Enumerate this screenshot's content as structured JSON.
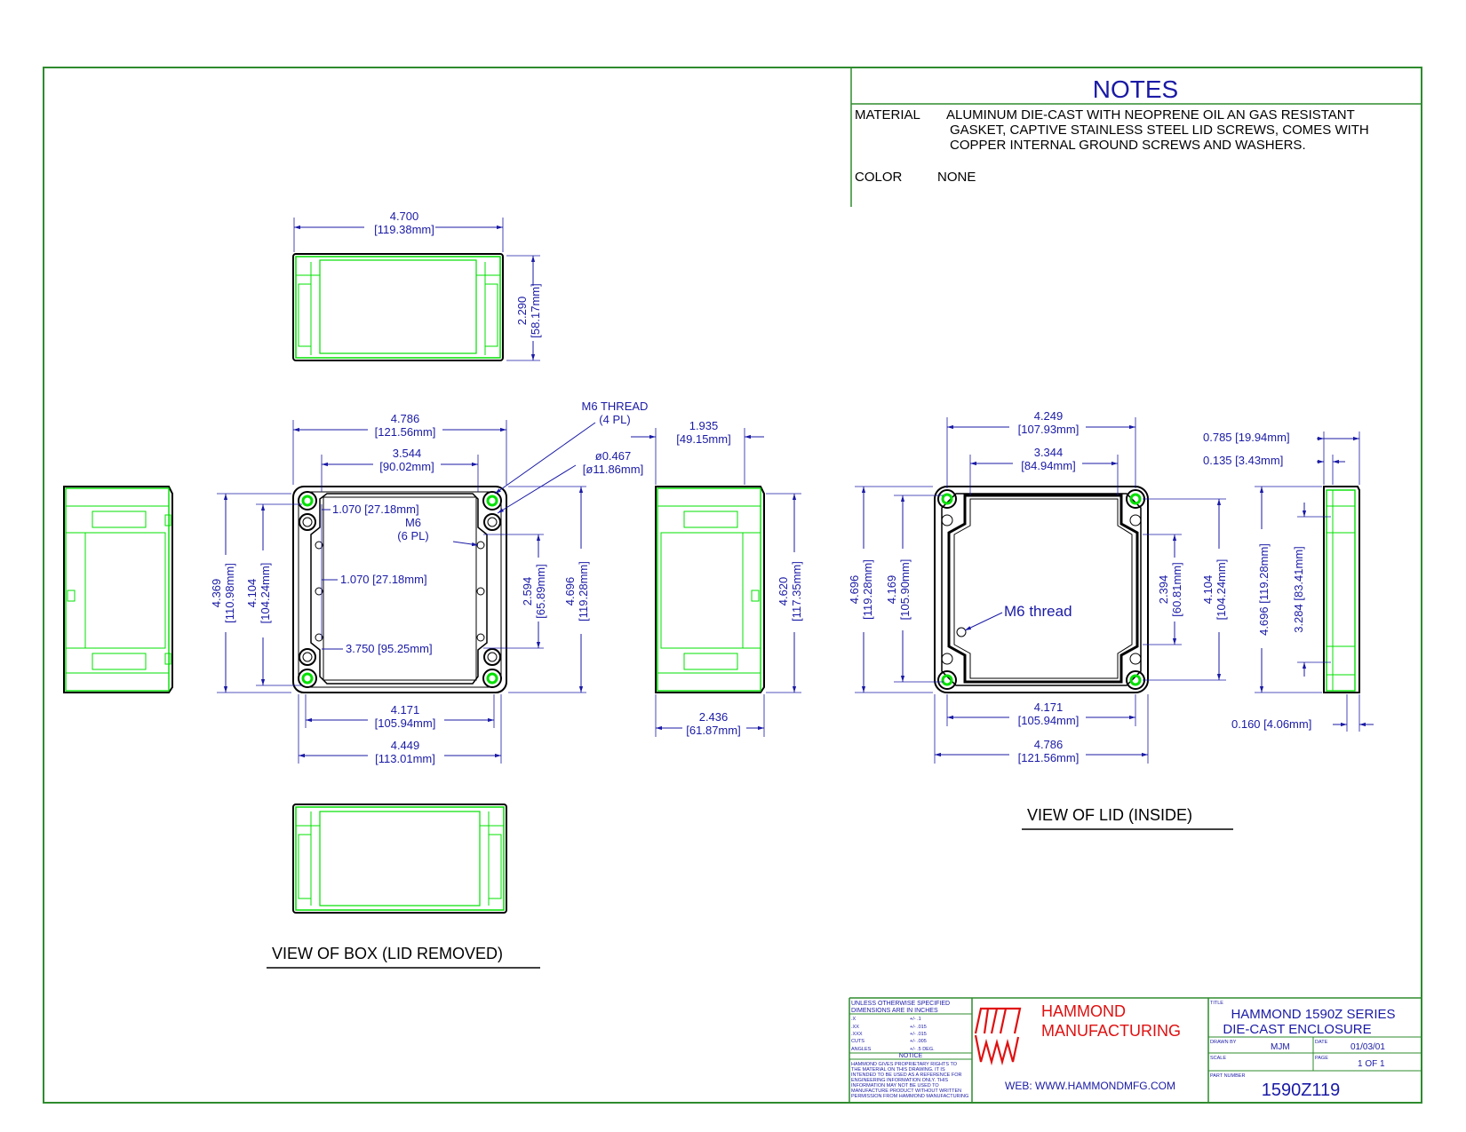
{
  "colors": {
    "frame": "#2e8b2e",
    "dimension": "#1a1aa6",
    "geometry": "#00e000",
    "outline": "#000000",
    "brand": "#e01010"
  },
  "notes": {
    "title": "NOTES",
    "material_label": "MATERIAL",
    "material_lines": [
      "ALUMINUM DIE-CAST WITH NEOPRENE OIL AN GAS RESISTANT",
      "GASKET, CAPTIVE STAINLESS STEEL LID SCREWS, COMES WITH",
      "COPPER INTERNAL GROUND SCREWS AND WASHERS."
    ],
    "color_label": "COLOR",
    "color_value": "NONE"
  },
  "dims": {
    "top_w": [
      "4.700",
      "[119.38mm]"
    ],
    "top_h": [
      "2.290",
      "[58.17mm]"
    ],
    "box_w": [
      "4.786",
      "[121.56mm]"
    ],
    "box_inner_w": [
      "3.544",
      "[90.02mm]"
    ],
    "m6_thread": [
      "M6 THREAD",
      "(4 PL)"
    ],
    "dia": [
      "ø0.467",
      "[ø11.86mm]"
    ],
    "side_depth": [
      "1.935",
      "[49.15mm]"
    ],
    "off1": "1.070 [27.18mm]",
    "m6_6pl": [
      "M6",
      "(6 PL)"
    ],
    "off2": "1.070 [27.18mm]",
    "off3": "3.750 [95.25mm]",
    "h_4369": [
      "4.369",
      "[110.98mm]"
    ],
    "h_4104": [
      "4.104",
      "[104.24mm]"
    ],
    "h_2594": [
      "2.594",
      "[65.89mm]"
    ],
    "h_4696": [
      "4.696",
      "[119.28mm]"
    ],
    "h_4620": [
      "4.620",
      "[117.35mm]"
    ],
    "b_4171": [
      "4.171",
      "[105.94mm]"
    ],
    "b_4449": [
      "4.449",
      "[113.01mm]"
    ],
    "b_2436": [
      "2.436",
      "[61.87mm]"
    ],
    "lid_w": [
      "4.249",
      "[107.93mm]"
    ],
    "lid_inner_w": [
      "3.344",
      "[84.94mm]"
    ],
    "lid_h4696": [
      "4.696",
      "[119.28mm]"
    ],
    "lid_h4169": [
      "4.169",
      "[105.90mm]"
    ],
    "lid_h2394": [
      "2.394",
      "[60.81mm]"
    ],
    "lid_h4104": [
      "4.104",
      "[104.24mm]"
    ],
    "lid_thread": "M6 thread",
    "lid_b4171": [
      "4.171",
      "[105.94mm]"
    ],
    "lid_b4786": [
      "4.786",
      "[121.56mm]"
    ],
    "lid_side_0785": "0.785 [19.94mm]",
    "lid_side_0135": "0.135 [3.43mm]",
    "lid_side_4696": "4.696 [119.28mm]",
    "lid_side_3284": "3.284 [83.41mm]",
    "lid_side_0160": "0.160 [4.06mm]"
  },
  "captions": {
    "box_view": "VIEW OF BOX (LID REMOVED)",
    "lid_view": "VIEW OF LID (INSIDE)"
  },
  "titleblock": {
    "tol_header": [
      "UNLESS OTHERWISE SPECIFIED",
      "DIMENSIONS ARE IN INCHES"
    ],
    "tol_rows": [
      [
        ".X",
        "+/- .1"
      ],
      [
        ".XX",
        "+/- .015"
      ],
      [
        ".XXX",
        "+/- .015"
      ],
      [
        "CUTS",
        "+/- .005"
      ],
      [
        "ANGLES",
        "+/- .5 DEG."
      ]
    ],
    "notice_title": "NOTICE",
    "notice_lines": [
      "HAMMOND GIVES PROPRIETARY RIGHTS TO",
      "THE MATERIAL ON THIS DRAWING. IT IS",
      "INTENDED TO BE USED AS A REFERENCE FOR",
      "ENGINEERING INFORMATION ONLY. THIS",
      "INFORMATION MAY NOT BE USED TO",
      "MANUFACTURE PRODUCT WITHOUT WRITTEN",
      "PERMISSION FROM HAMMOND MANUFACTURING"
    ],
    "company": [
      "HAMMOND",
      "MANUFACTURING"
    ],
    "web": "WEB: WWW.HAMMONDMFG.COM",
    "title_label": "TITLE",
    "title_lines": [
      "HAMMOND 1590Z SERIES",
      "DIE-CAST ENCLOSURE"
    ],
    "drawn_by_label": "DRAWN BY",
    "drawn_by": "MJM",
    "date_label": "DATE",
    "date": "01/03/01",
    "scale_label": "SCALE",
    "page_label": "PAGE",
    "page": "1 OF 1",
    "part_label": "PART NUMBER",
    "part": "1590Z119"
  }
}
